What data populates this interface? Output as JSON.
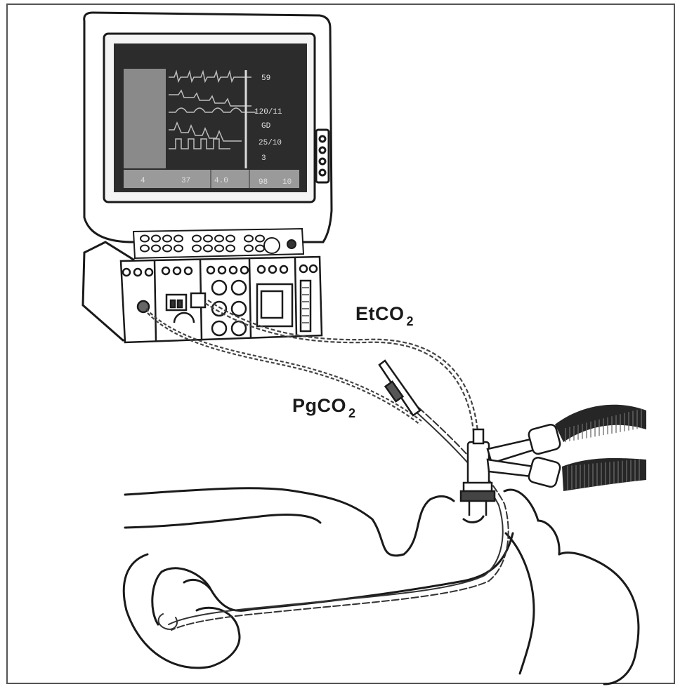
{
  "labels": {
    "etco2": {
      "main": "EtCO",
      "sub": "2"
    },
    "pgco2": {
      "main": "PgCO",
      "sub": "2"
    }
  },
  "monitor": {
    "readouts": [
      "59",
      "120/11",
      "GD",
      "25/10",
      "3",
      "4",
      "4.0",
      "37",
      "98",
      "10"
    ]
  },
  "colors": {
    "line": "#1a1a1a",
    "screen": "#2c2c2c",
    "screen_panel": "#8a8a8a",
    "background": "#ffffff"
  }
}
